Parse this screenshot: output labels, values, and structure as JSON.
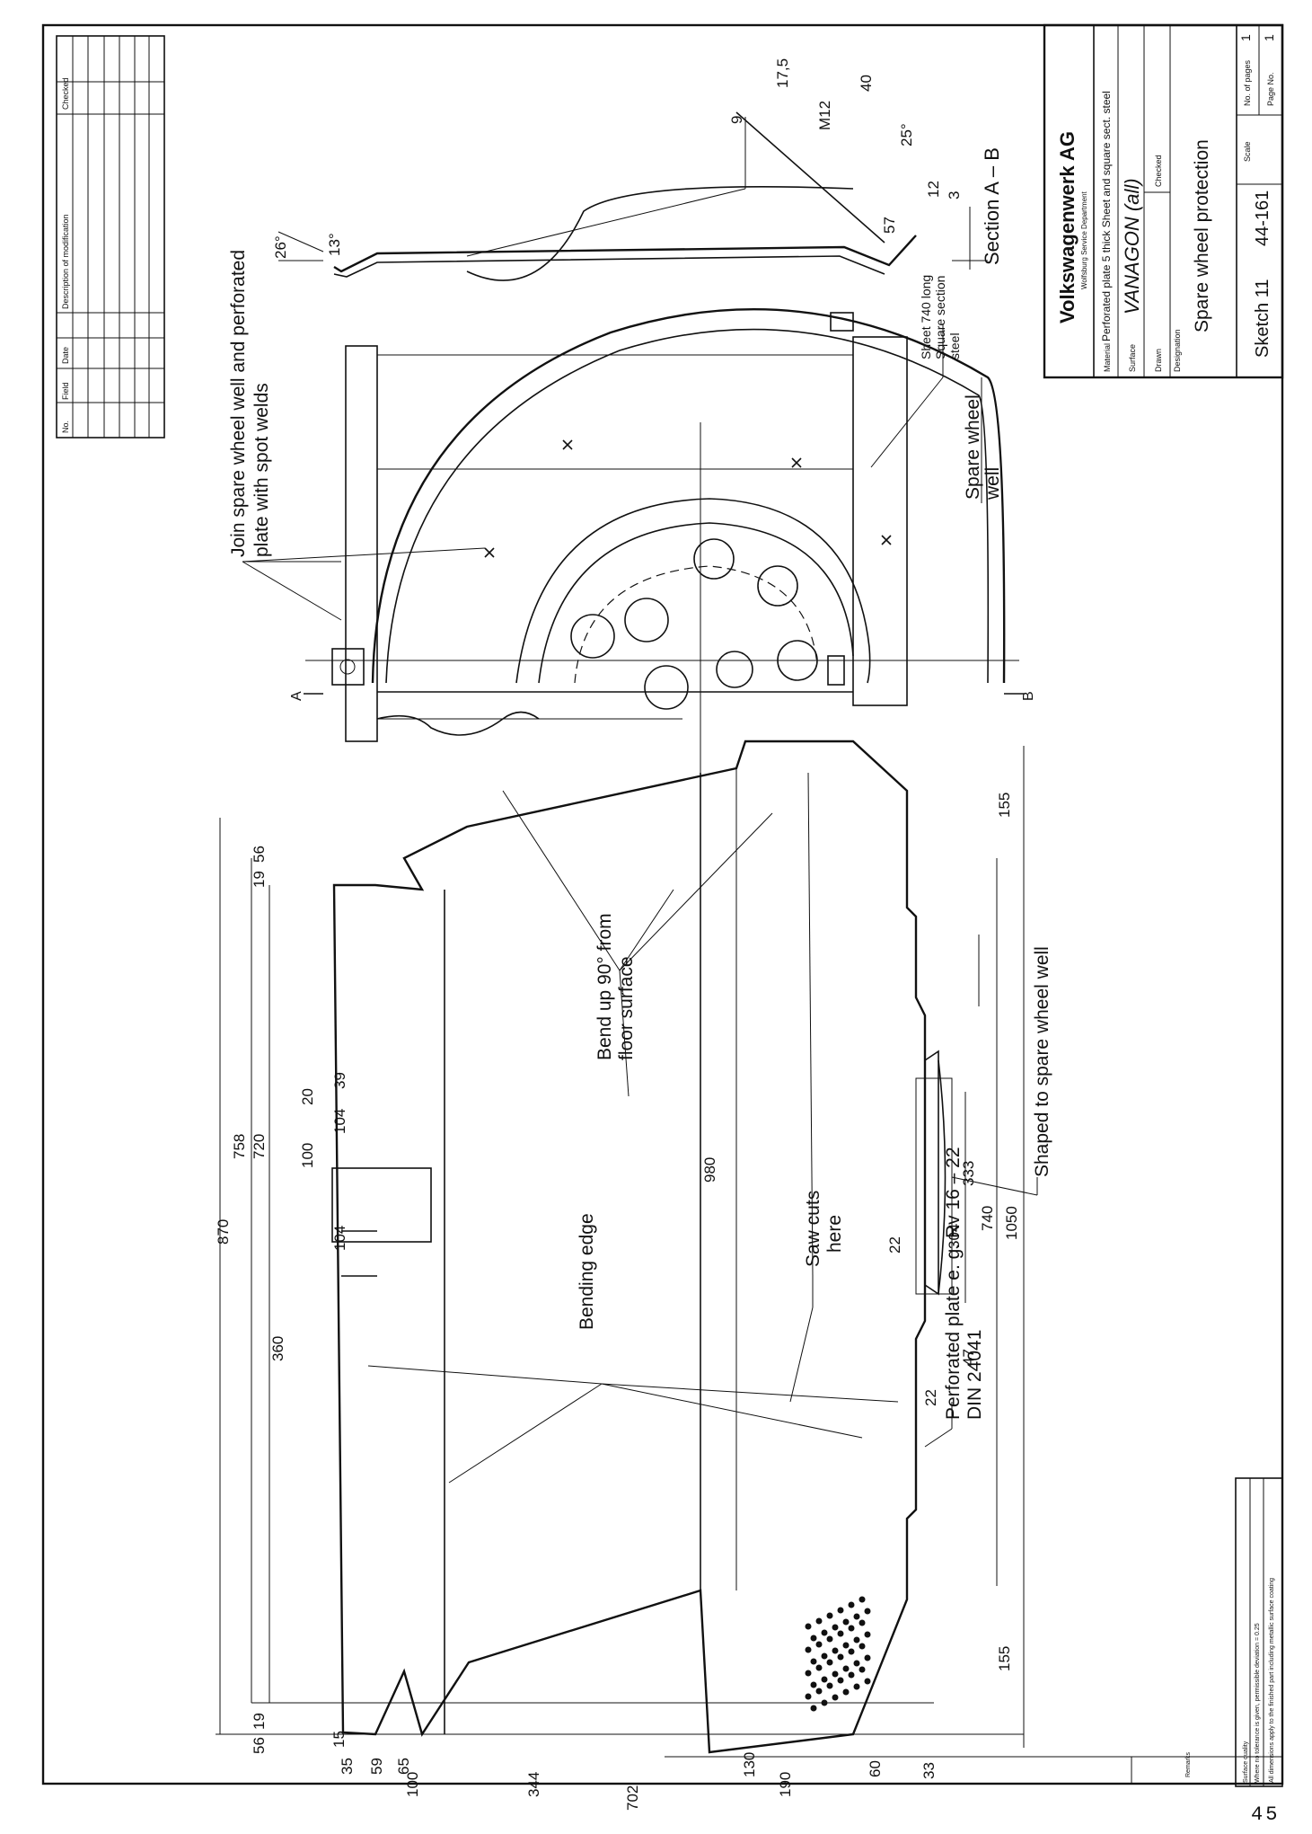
{
  "title_block": {
    "company": "Volkswagenwerk AG",
    "department": "Wolfsburg Service Department",
    "material_label": "Material",
    "material": "Perforated plate 5 thick Sheet and square sect. steel",
    "surface_label": "Surface",
    "surface_value": "VANAGON (all)",
    "drawn_label": "Drawn",
    "checked_label": "Checked",
    "designation_label": "Designation",
    "designation": "Spare wheel protection",
    "sketch": "Sketch 11",
    "number": "44-161",
    "scale_label": "Scale",
    "pages_label": "No. of pages",
    "pages_value": "1",
    "page_no_label": "Page No.",
    "page_no_value": "1"
  },
  "revision_table": {
    "headers": [
      "No.",
      "Field",
      "Date",
      "Description of modification",
      "Checked"
    ]
  },
  "footer": {
    "surface_quality": "Surface quality",
    "tolerance_note": "Where no tolerance is given, permissible deviation = 0.25",
    "coating_note": "All dimensions apply to the finished part including metallic surface coating",
    "remarks": "Remarks"
  },
  "labels": {
    "join": "Join spare wheel well and perforated",
    "join2": "plate with spot welds",
    "section": "Section A – B",
    "sheet1": "Sheet 740 long",
    "sheet2": "Square section",
    "sheet3": "steel",
    "spare1": "Spare wheel",
    "spare2": "well",
    "bend1": "Bend up 90° from",
    "bend2": "floor surface",
    "shaped": "Shaped to spare wheel well",
    "saw1": "Saw cuts",
    "saw2": "here",
    "bending_edge": "Bending edge",
    "perf1": "Perforated plate e. g. Rv 16 – 22",
    "perf2": "DIN 24041",
    "sec_a": "A",
    "sec_b": "B"
  },
  "dimensions": {
    "d870": "870",
    "d758": "758",
    "d720": "720",
    "d360": "360",
    "d56a": "56",
    "d19a": "19",
    "d56b": "56",
    "d19b": "19",
    "d155a": "155",
    "d155b": "155",
    "d980": "980",
    "d740": "740",
    "d1050": "1050",
    "d333": "333",
    "d304": "304",
    "d22a": "22",
    "d22b": "22",
    "d47": "47",
    "d100a": "100",
    "d104a": "104",
    "d104b": "104",
    "d20": "20",
    "d39": "39",
    "d15": "15",
    "d35": "35",
    "d59": "59",
    "d65": "65",
    "d100b": "100",
    "d344": "344",
    "d702": "702",
    "d130": "130",
    "d190": "190",
    "d60": "60",
    "d33": "33",
    "s26": "26°",
    "s13": "13°",
    "sM12": "M12",
    "s9": "9",
    "s175": "17,5",
    "s40": "40",
    "s25": "25°",
    "s57": "57",
    "s12": "12",
    "s3": "3"
  },
  "page_number": "45"
}
